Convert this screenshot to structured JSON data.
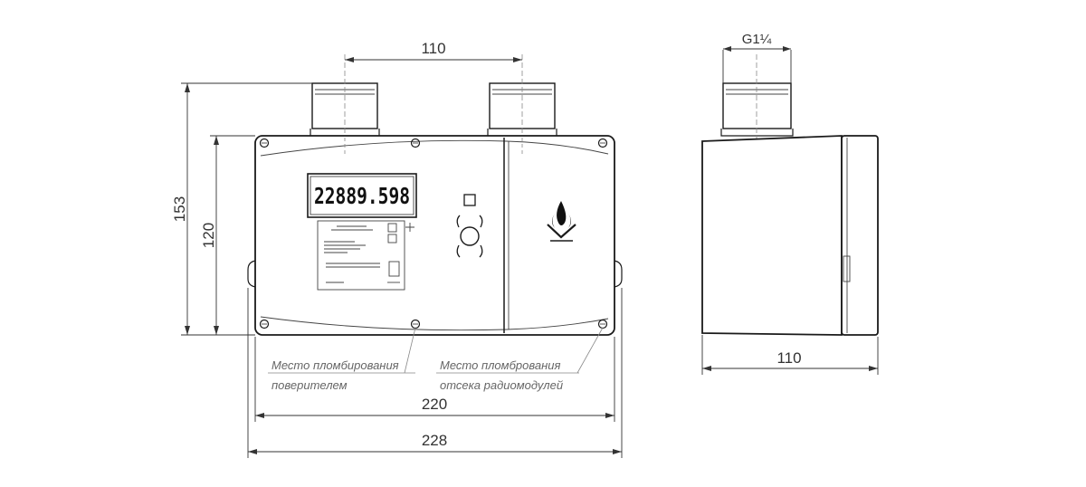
{
  "dimensions": {
    "inlet_spacing": "110",
    "thread": "G1¼",
    "side_depth": "110",
    "total_height": "153",
    "body_height": "120",
    "body_width": "220",
    "overall_width": "228"
  },
  "display": {
    "reading": "22889.598"
  },
  "notes": {
    "verifier_seal_line1": "Место пломбирования",
    "verifier_seal_line2": "поверителем",
    "radio_seal_line1": "Место пломбрования",
    "radio_seal_line2": "отсека радиомодулей"
  },
  "colors": {
    "line": "#1a1a1a",
    "dimension": "#333333",
    "note": "#666666"
  }
}
